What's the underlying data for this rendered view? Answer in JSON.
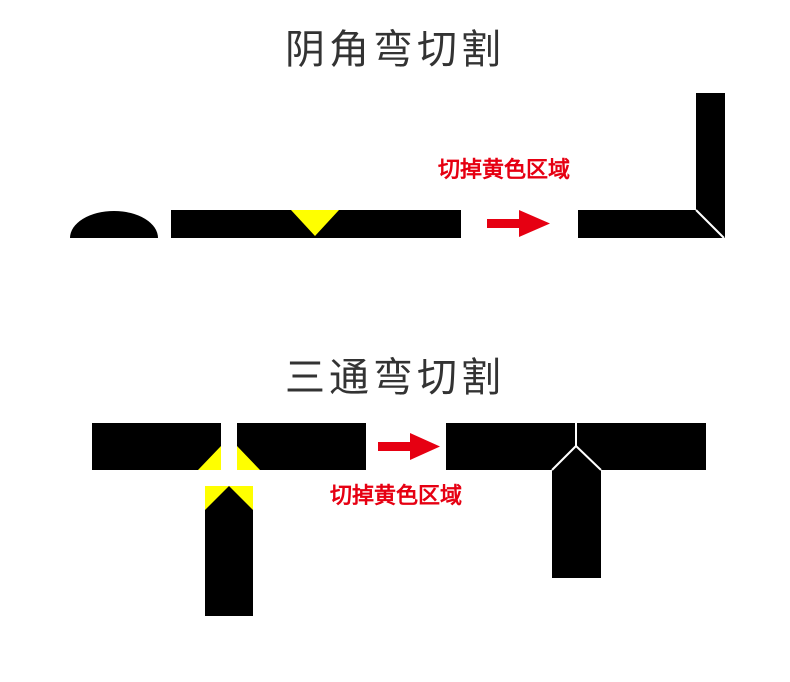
{
  "inner_corner": {
    "title": "阴角弯切割",
    "note": "切掉黄色区域"
  },
  "tee": {
    "title": "三通弯切割",
    "note": "切掉黄色区域"
  },
  "colors": {
    "tape": "#000000",
    "cut_area": "#ffff00",
    "arrow": "#e60012",
    "seam": "#ffffff",
    "title_text": "#333333"
  }
}
